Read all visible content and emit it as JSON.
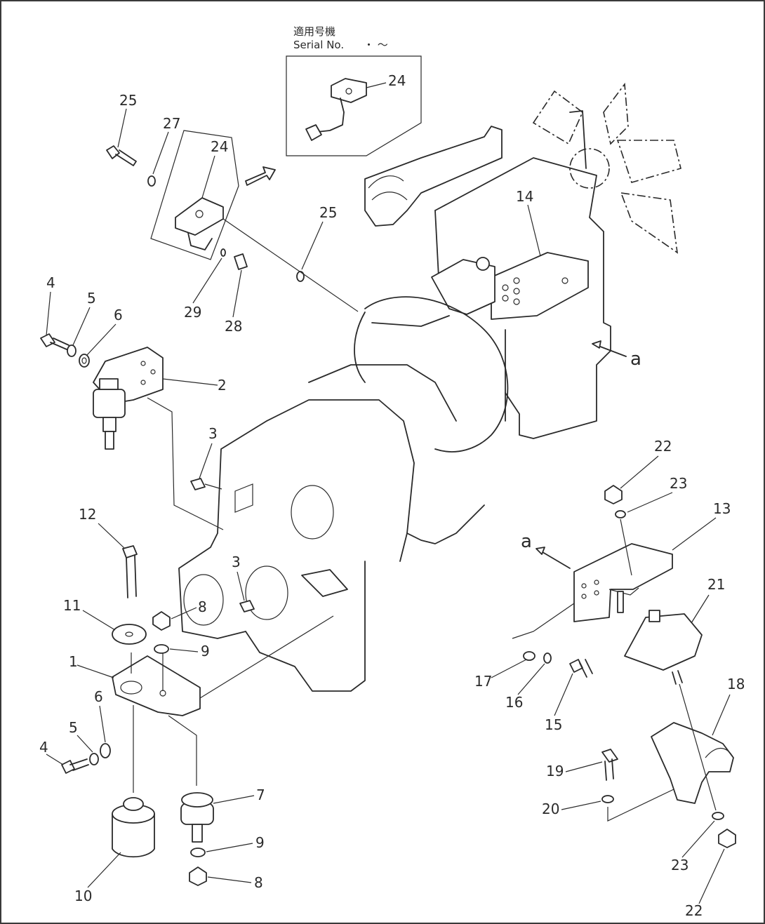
{
  "serial_box": {
    "label_jp": "適用号機",
    "label_en": "Serial No.",
    "range": "・ ～",
    "part": "24"
  },
  "callouts": [
    {
      "id": "c25a",
      "text": "25"
    },
    {
      "id": "c27",
      "text": "27"
    },
    {
      "id": "c24a",
      "text": "24"
    },
    {
      "id": "c29",
      "text": "29"
    },
    {
      "id": "c28",
      "text": "28"
    },
    {
      "id": "c25b",
      "text": "25"
    },
    {
      "id": "c14",
      "text": "14"
    },
    {
      "id": "c4a",
      "text": "4"
    },
    {
      "id": "c5a",
      "text": "5"
    },
    {
      "id": "c6a",
      "text": "6"
    },
    {
      "id": "c2",
      "text": "2"
    },
    {
      "id": "c3a",
      "text": "3"
    },
    {
      "id": "c12",
      "text": "12"
    },
    {
      "id": "c3b",
      "text": "3"
    },
    {
      "id": "c8a",
      "text": "8"
    },
    {
      "id": "c11",
      "text": "11"
    },
    {
      "id": "c9a",
      "text": "9"
    },
    {
      "id": "c1",
      "text": "1"
    },
    {
      "id": "c6b",
      "text": "6"
    },
    {
      "id": "c5b",
      "text": "5"
    },
    {
      "id": "c4b",
      "text": "4"
    },
    {
      "id": "c7",
      "text": "7"
    },
    {
      "id": "c9b",
      "text": "9"
    },
    {
      "id": "c8b",
      "text": "8"
    },
    {
      "id": "c10",
      "text": "10"
    },
    {
      "id": "c22a",
      "text": "22"
    },
    {
      "id": "c23a",
      "text": "23"
    },
    {
      "id": "c13",
      "text": "13"
    },
    {
      "id": "c21",
      "text": "21"
    },
    {
      "id": "c17",
      "text": "17"
    },
    {
      "id": "c16",
      "text": "16"
    },
    {
      "id": "c15",
      "text": "15"
    },
    {
      "id": "c18",
      "text": "18"
    },
    {
      "id": "c19",
      "text": "19"
    },
    {
      "id": "c20",
      "text": "20"
    },
    {
      "id": "c23b",
      "text": "23"
    },
    {
      "id": "c22b",
      "text": "22"
    }
  ],
  "view_markers": {
    "a_top": "a",
    "a_right": "a"
  }
}
